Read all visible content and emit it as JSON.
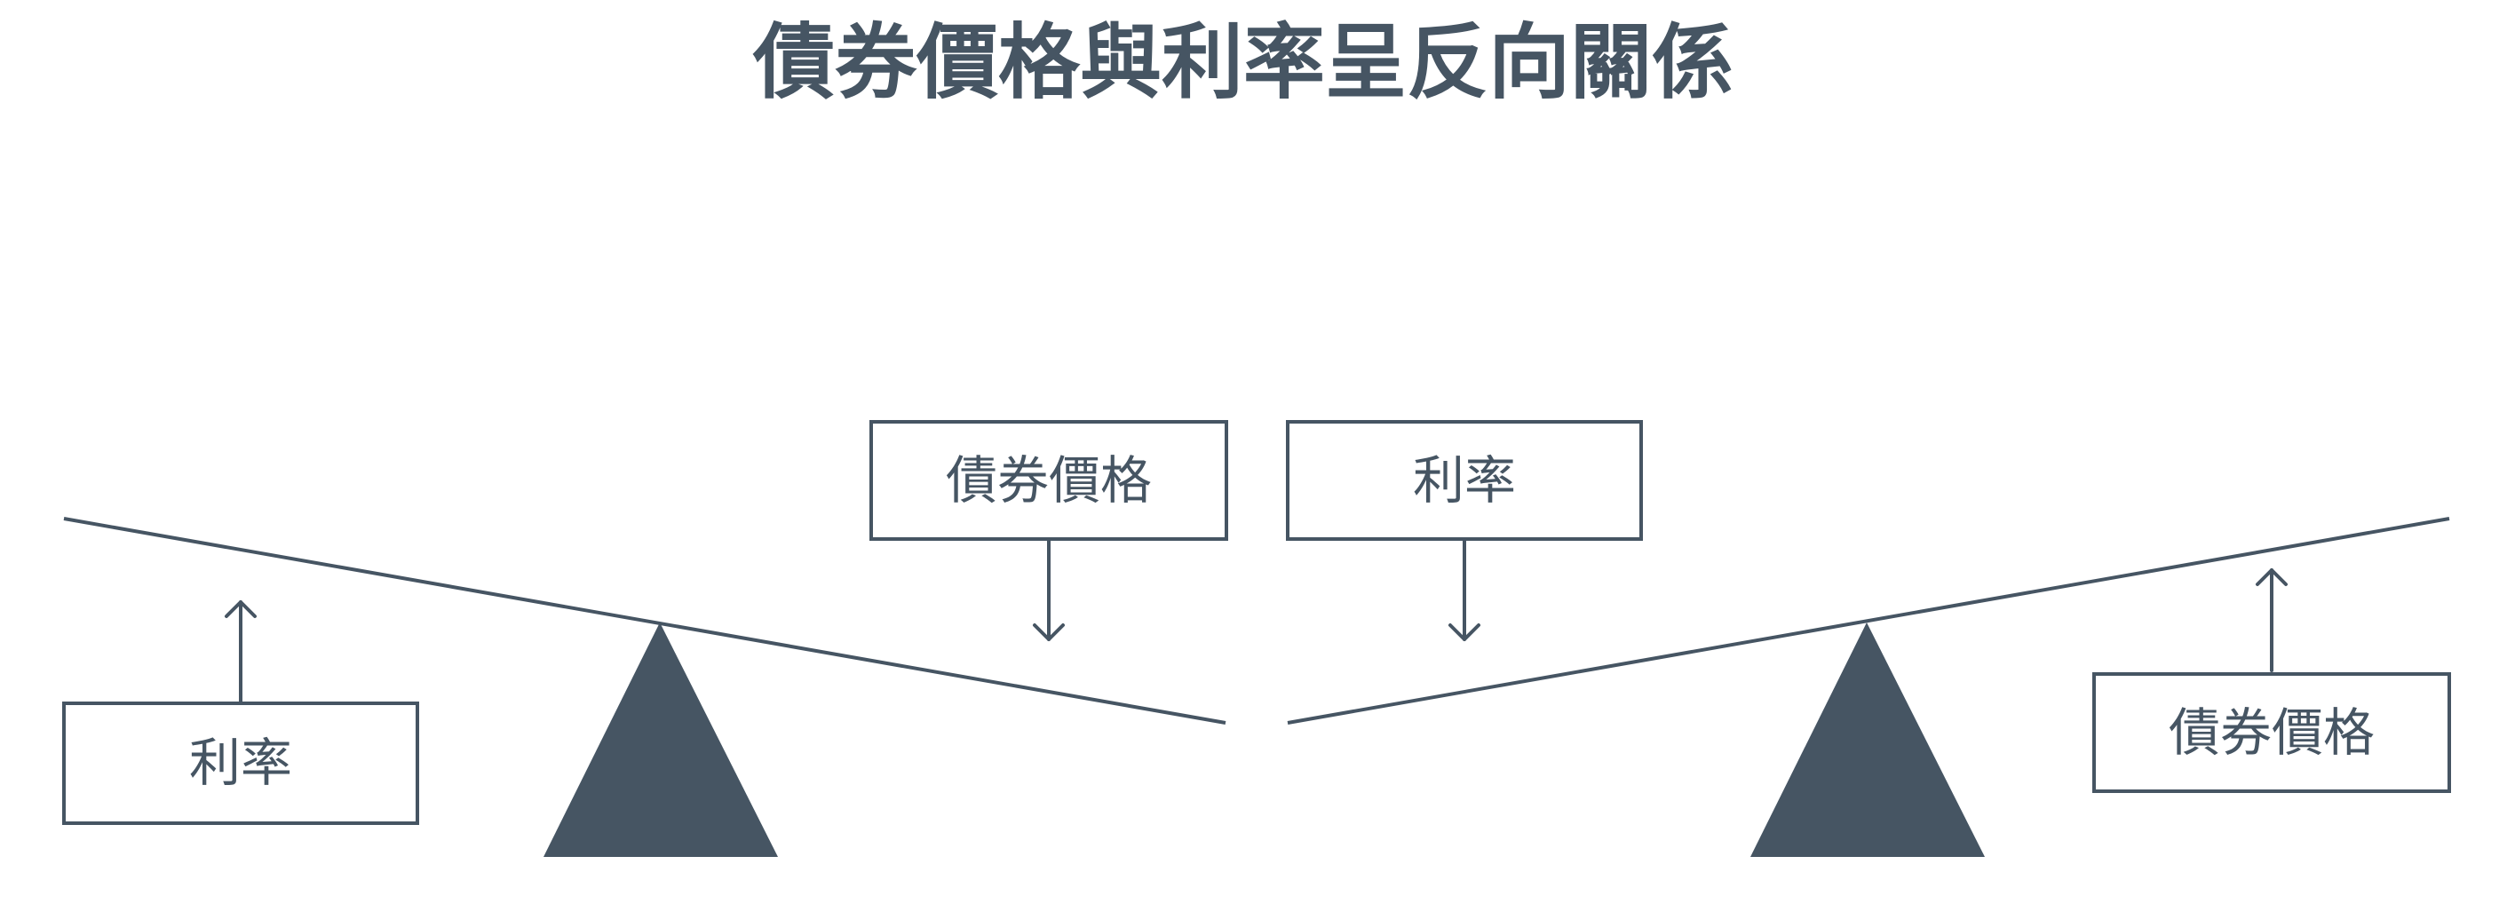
{
  "title": "債券價格與利率呈反向關係",
  "left_scale": {
    "rising_label": "利率",
    "falling_label": "債券價格"
  },
  "right_scale": {
    "falling_label": "利率",
    "rising_label": "債券價格"
  },
  "colors": {
    "ink": "#465563",
    "background": "#ffffff"
  }
}
